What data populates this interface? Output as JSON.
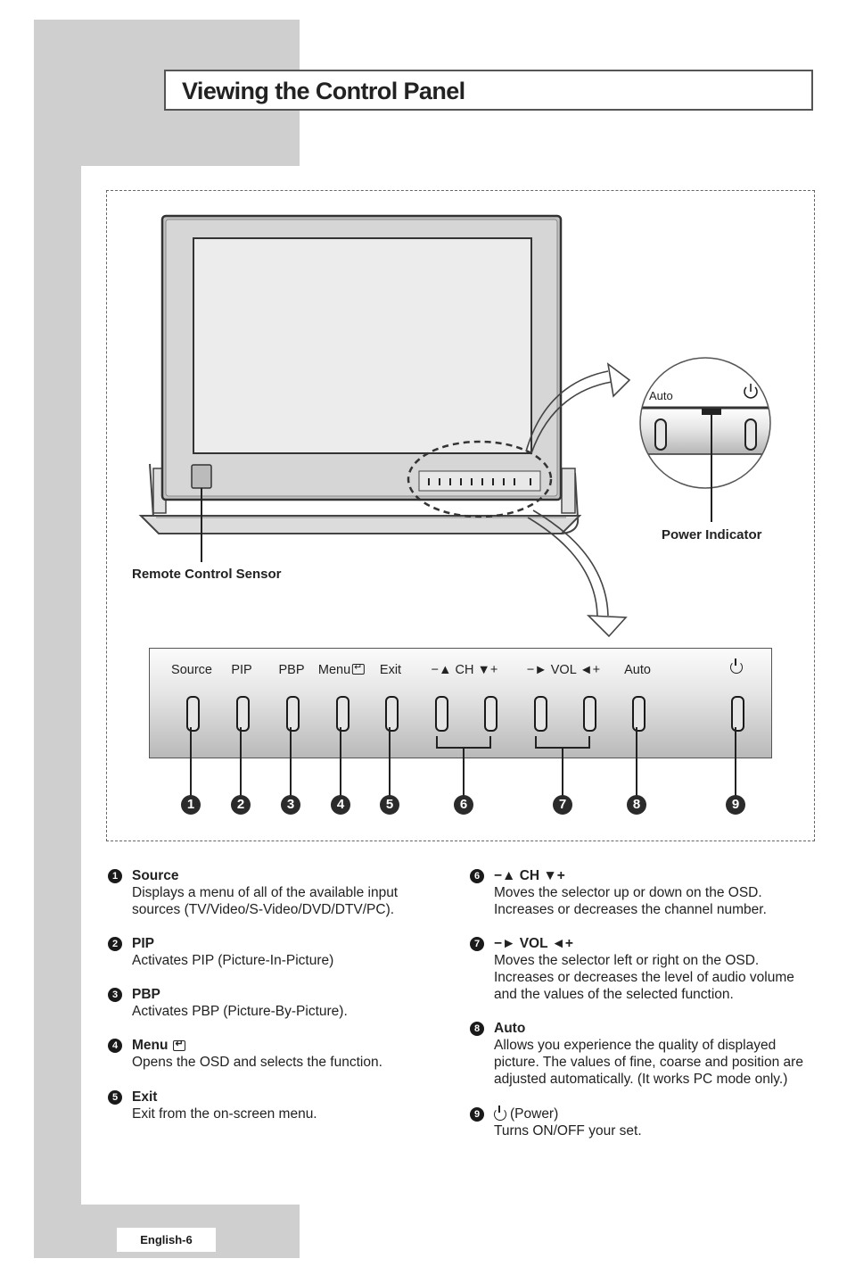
{
  "page": {
    "title": "Viewing the Control Panel",
    "footer": "English-6"
  },
  "callouts": {
    "remote_sensor": "Remote Control Sensor",
    "power_indicator": "Power Indicator",
    "zoom_auto": "Auto"
  },
  "panel": {
    "buttons": [
      {
        "label": "Source",
        "number": "1"
      },
      {
        "label": "PIP",
        "number": "2"
      },
      {
        "label": "PBP",
        "number": "3"
      },
      {
        "label": "Menu",
        "number": "4"
      },
      {
        "label": "Exit",
        "number": "5"
      },
      {
        "label": "−▲ CH ▼+",
        "number": "6"
      },
      {
        "label": "−► VOL ◄+",
        "number": "7"
      },
      {
        "label": "Auto",
        "number": "8"
      },
      {
        "label": "",
        "number": "9"
      }
    ]
  },
  "descriptions": {
    "left": [
      {
        "num": "1",
        "title": "Source",
        "text": "Displays a menu of all of the available input\nsources (TV/Video/S-Video/DVD/DTV/PC)."
      },
      {
        "num": "2",
        "title": "PIP",
        "text": "Activates PIP (Picture-In-Picture)"
      },
      {
        "num": "3",
        "title": "PBP",
        "text": "Activates PBP (Picture-By-Picture)."
      },
      {
        "num": "4",
        "title": "Menu",
        "text": "Opens the OSD and selects the function."
      },
      {
        "num": "5",
        "title": "Exit",
        "text": "Exit from the on-screen menu."
      }
    ],
    "right": [
      {
        "num": "6",
        "title": "−▲  CH  ▼+",
        "text": "Moves the selector up or down on the OSD.\nIncreases or decreases the channel number."
      },
      {
        "num": "7",
        "title": "−►  VOL  ◄+",
        "text": "Moves the selector left or right on the OSD.\nIncreases or decreases the level of audio volume\nand the values of the selected function."
      },
      {
        "num": "8",
        "title": "Auto",
        "text": "Allows you experience the quality of displayed\npicture. The values of fine, coarse and position are\nadjusted automatically. (It works PC mode only.)"
      },
      {
        "num": "9",
        "title": "(Power)",
        "text": "Turns ON/OFF your set."
      }
    ]
  },
  "colors": {
    "sidebar": "#cfcfcf",
    "text": "#1a1a1a"
  }
}
